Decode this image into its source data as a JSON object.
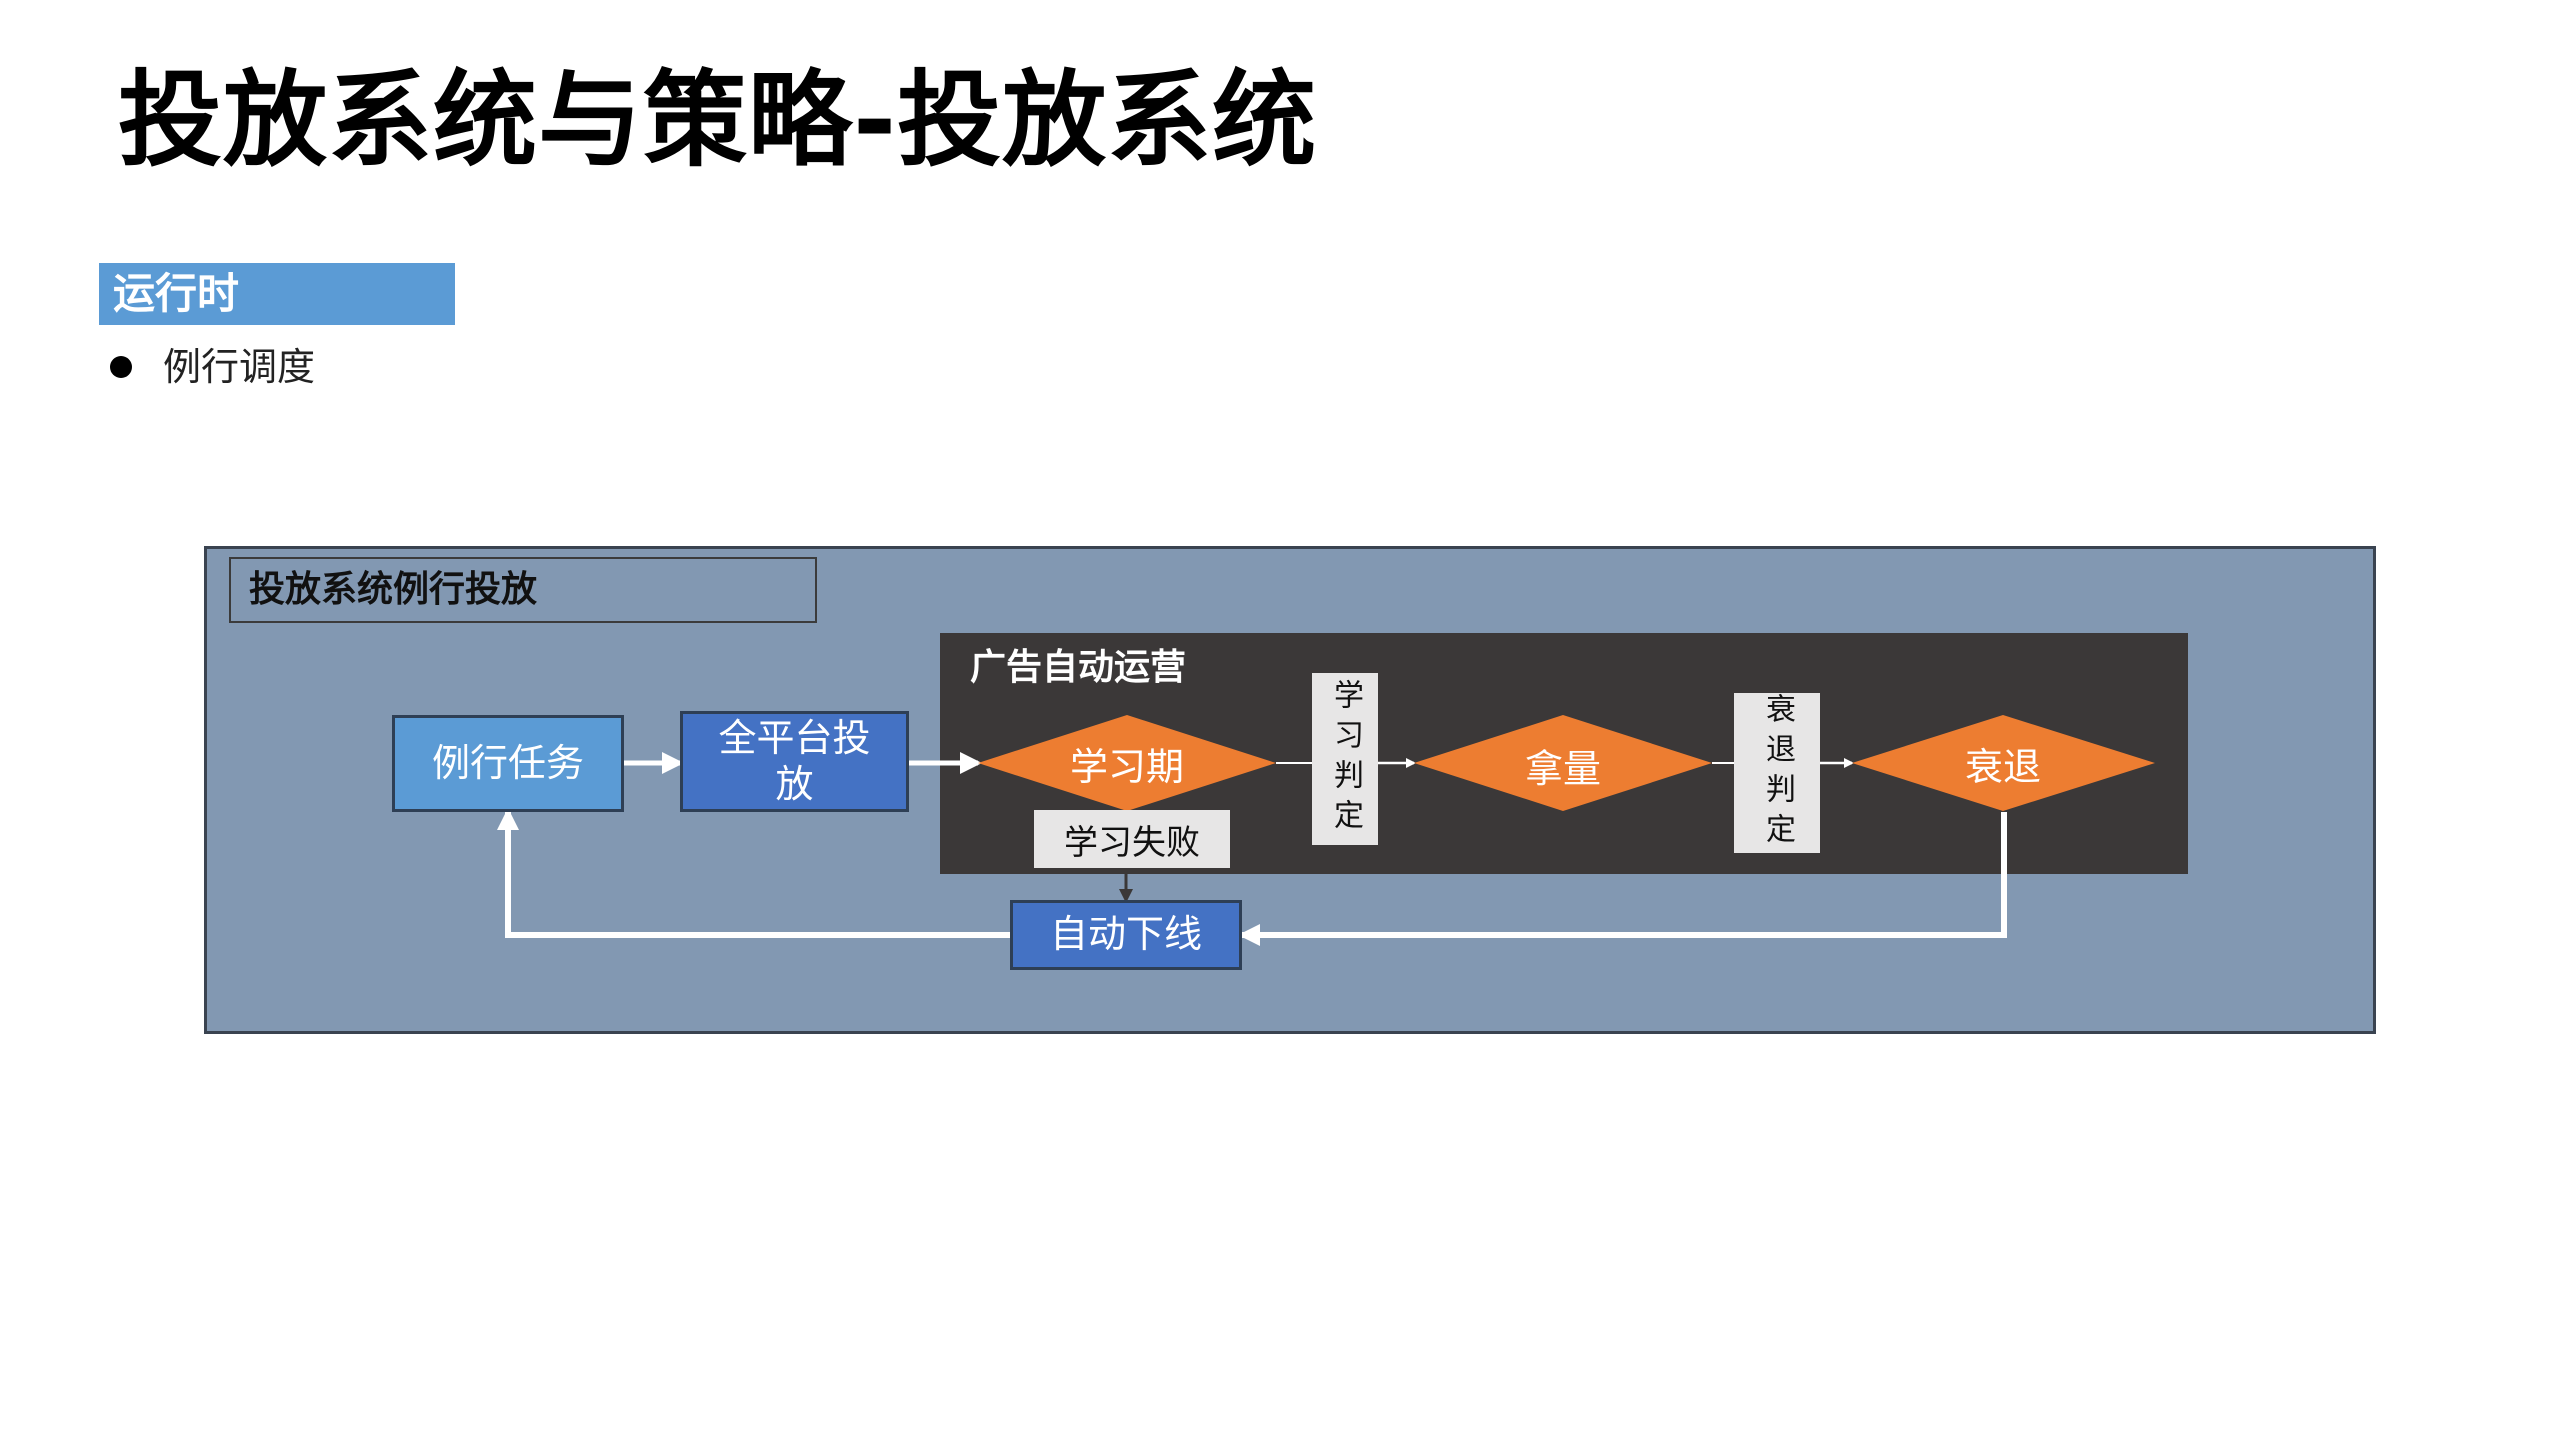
{
  "title": "投放系统与策略-投放系统",
  "section": {
    "tag": "运行时"
  },
  "bullets": [
    {
      "text": "例行调度"
    }
  ],
  "diagram": {
    "outer_label": "投放系统例行投放",
    "auto_ops_label": "广告自动运营",
    "nodes": {
      "routine_task": "例行任务",
      "all_platform": "全平台投放",
      "learning_period": "学习期",
      "learning_judgement": "学习判定",
      "volume": "拿量",
      "decline_judgement": "衰退判定",
      "decline": "衰退",
      "learning_failed": "学习失败",
      "auto_offline": "自动下线"
    },
    "colors": {
      "outer_bg": "#8298b2",
      "auto_ops_bg": "#3b3838",
      "light_blue": "#5b9bd5",
      "dark_blue": "#4472c4",
      "orange": "#ed7d31",
      "gray_box": "#e7e6e6",
      "arrow": "#ffffff"
    }
  }
}
